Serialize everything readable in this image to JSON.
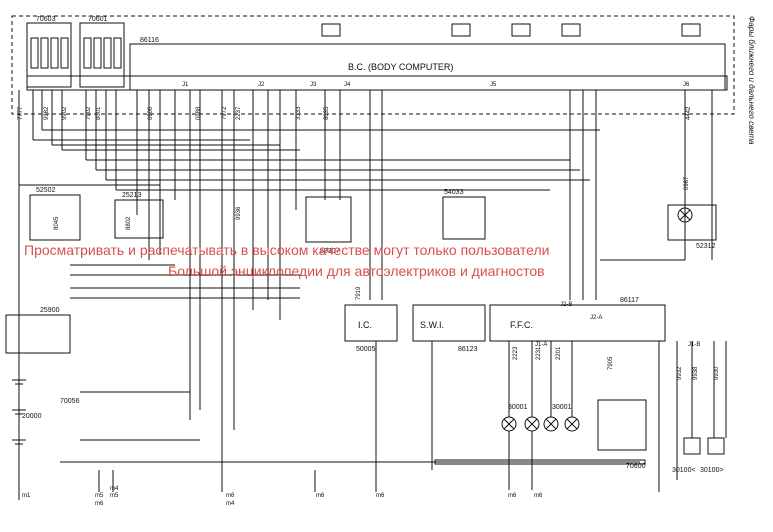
{
  "side_caption": "Фары ближнего и дальнего света",
  "watermark": {
    "line1": "Просматривать и распечатывать в высоком качестве могут только пользователи",
    "line2": "Большой энциклопедии для автоэлектриков и диагностов"
  },
  "colors": {
    "ink": "#111111",
    "watermark": "#d7504e",
    "paper": "#ffffff"
  },
  "components": {
    "body_computer": {
      "code": "86116",
      "label": "B.C. (BODY COMPUTER)"
    },
    "fuse_box_a": "70603",
    "fuse_box_b": "70601",
    "relay_52502": "52502",
    "relay_25213": "25213",
    "relay_52307": "52307",
    "switch_54033": "54033",
    "switch_52312": "52312",
    "lamp_switch_25900": "25900",
    "battery": "20000",
    "ignition_70056": "70056",
    "ic": {
      "label": "I.C.",
      "code": "50005"
    },
    "swi": {
      "label": "S.W.I.",
      "code": "86123"
    },
    "ffc": {
      "label": "F.F.C.",
      "code": "86117"
    },
    "lamps_30001": "30001",
    "fuse_70600": "70600",
    "motors": [
      "30100<",
      "30100>"
    ]
  },
  "connectors": [
    "J1",
    "J2",
    "J3",
    "J4",
    "J5",
    "J6",
    "J1-A",
    "J1-B",
    "J2-A",
    "J2-B"
  ],
  "wire_codes": [
    "7777",
    "9982",
    "8045",
    "9902",
    "7902",
    "8001",
    "7972",
    "2237",
    "3333",
    "8035",
    "9936",
    "4442",
    "0987",
    "0900",
    "0988",
    "8802",
    "7919",
    "7905",
    "2223",
    "2231",
    "2201",
    "9932",
    "9938",
    "9930"
  ],
  "grounds": [
    "m1",
    "m5",
    "m6",
    "m4",
    "m5",
    "m6",
    "m4",
    "m6",
    "m6",
    "m6",
    "m6"
  ]
}
